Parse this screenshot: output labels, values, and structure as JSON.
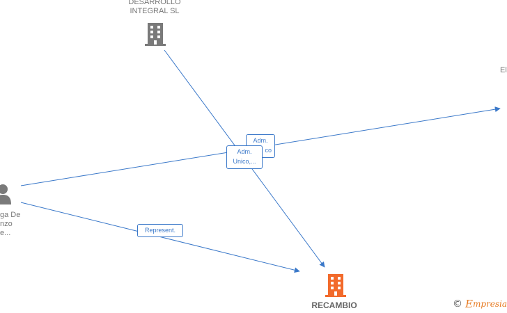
{
  "nodes": {
    "desarrollo": {
      "line1": "DESARROLLO",
      "line2": "INTEGRAL  SL",
      "icon": "building-icon",
      "color": "#7a7a7a"
    },
    "person": {
      "line1": "ga De",
      "line2": "nzo",
      "line3": "e...",
      "icon": "person-icon",
      "color": "#7a7a7a"
    },
    "right_company": {
      "line1": "El",
      "icon": "building-icon"
    },
    "recambio": {
      "label": "RECAMBIO",
      "icon": "building-icon",
      "color": "#f26a2b"
    }
  },
  "edges": {
    "adm_back": {
      "line1": "Adm.",
      "line2": "co"
    },
    "adm_front": {
      "line1": "Adm.",
      "line2": "Unico,..."
    },
    "represent": {
      "label": "Represent."
    }
  },
  "colors": {
    "edge": "#3a78c9"
  },
  "watermark": {
    "symbol": "©",
    "text": "mpresia",
    "initial": "E"
  }
}
